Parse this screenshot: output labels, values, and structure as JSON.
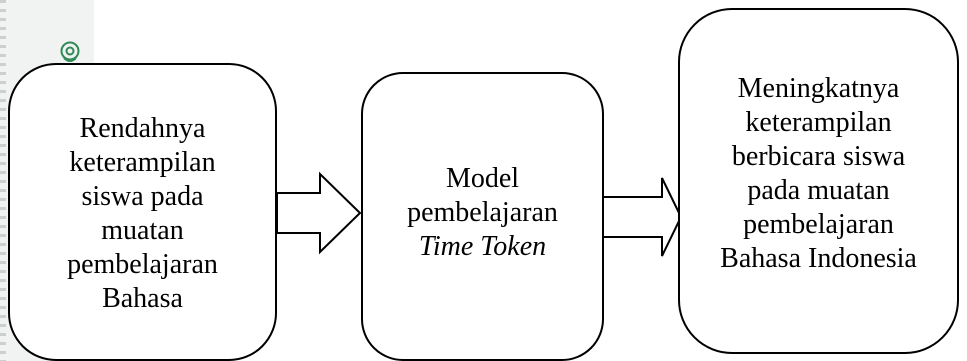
{
  "diagram": {
    "box1": {
      "lines": [
        "Rendahnya",
        "keterampilan",
        "siswa pada",
        "muatan",
        "pembelajaran",
        "Bahasa"
      ]
    },
    "box2": {
      "lines": [
        "Model",
        "pembelajaran",
        "Time Token"
      ]
    },
    "box3": {
      "lines": [
        "Meningkatnya",
        "keterampilan",
        "berbicara siswa",
        "pada muatan",
        "pembelajaran",
        "Bahasa Indonesia"
      ]
    }
  },
  "colors": {
    "stroke": "#000000",
    "background": "#ffffff",
    "left_strip": "#f1f3f2",
    "icon": "#2f8a57"
  },
  "icons": [
    "location-pin-icon"
  ]
}
